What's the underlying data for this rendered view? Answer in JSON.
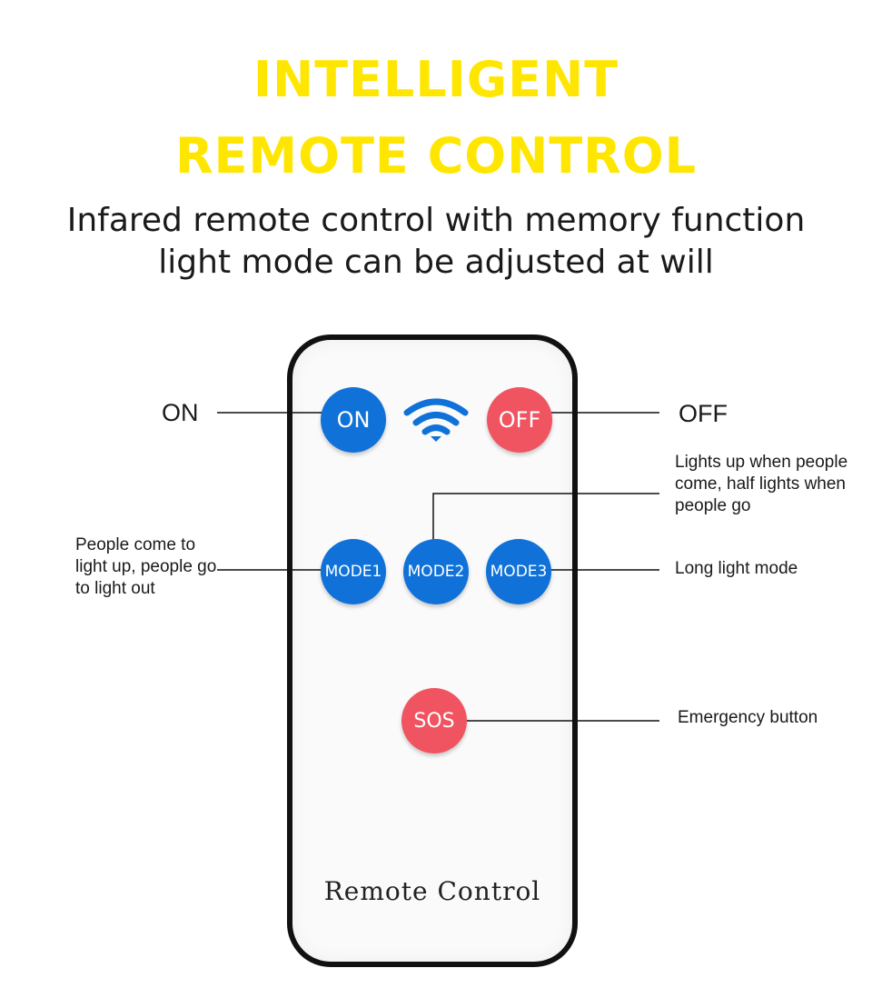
{
  "header": {
    "title_line1": "INTELLIGENT",
    "title_line2": "REMOTE  CONTROL",
    "subtitle_line1": "Infared remote control with memory function",
    "subtitle_line2": "light mode can be adjusted at will"
  },
  "remote": {
    "label": "Remote Control",
    "buttons": {
      "on": "ON",
      "off": "OFF",
      "mode1": "MODE1",
      "mode2": "MODE2",
      "mode3": "MODE3",
      "sos": "SOS"
    },
    "signal_icon": "wifi-icon"
  },
  "callouts": {
    "on": "ON",
    "off": "OFF",
    "mode1": "People come to light up, people go to light out",
    "mode2": "Lights up when people come, half lights when people go",
    "mode3": "Long light mode",
    "sos": "Emergency button"
  },
  "colors": {
    "title": "#ffe600",
    "button_blue": "#1072d9",
    "button_red": "#f05461",
    "remote_border": "#111111"
  }
}
